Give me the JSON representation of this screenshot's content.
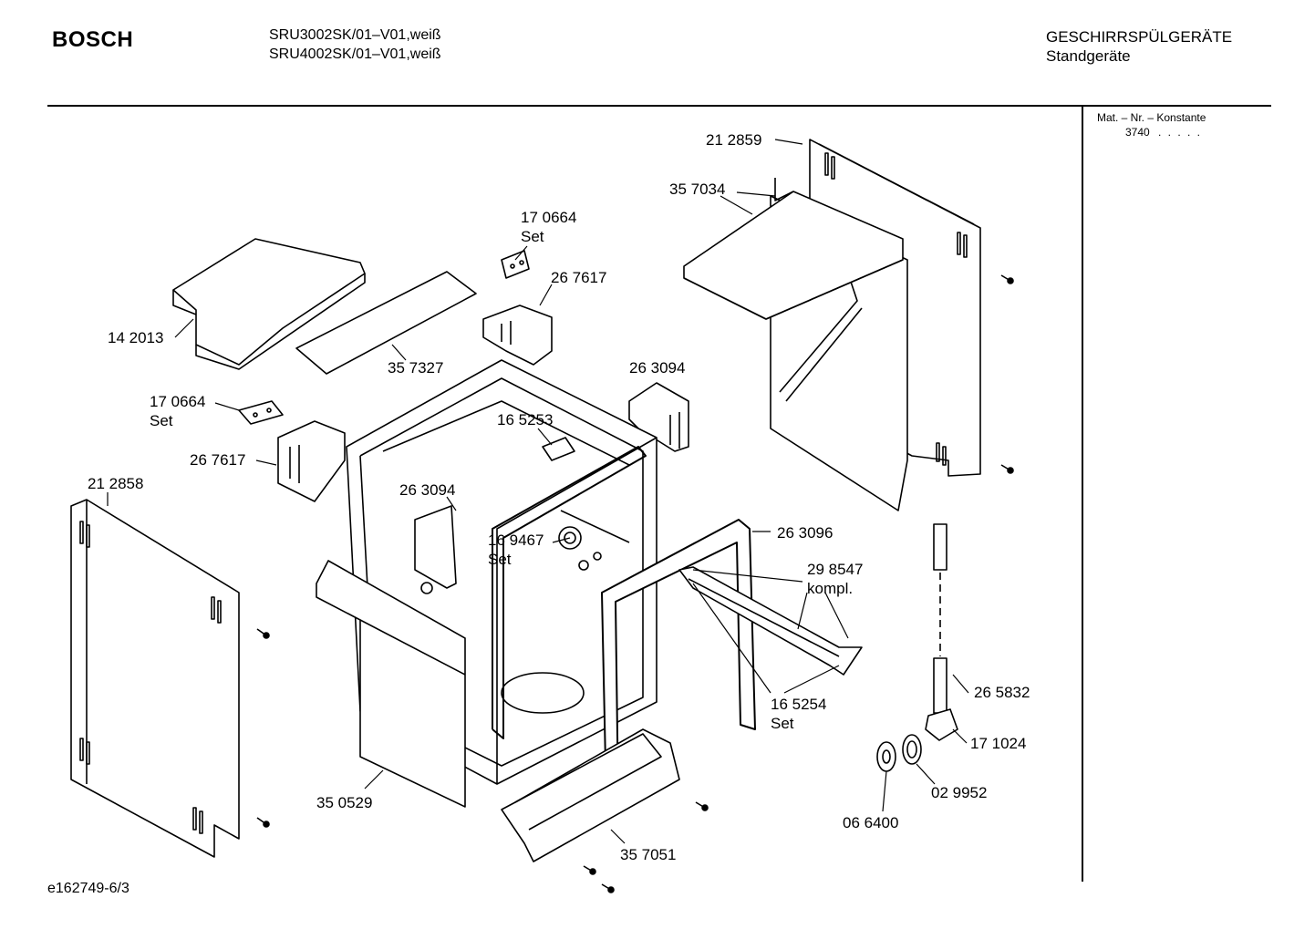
{
  "header": {
    "brand": "BOSCH",
    "models": [
      "SRU3002SK/01–V01,weiß",
      "SRU4002SK/01–V01,weiß"
    ],
    "category": "GESCHIRRSPÜLGERÄTE",
    "subcategory": "Standgeräte"
  },
  "sidebar": {
    "title": "Mat. – Nr. – Konstante",
    "value": "3740",
    "dots": ". . . . ."
  },
  "parts": [
    "21 2859",
    "35 7034",
    "17 0664",
    "Set",
    "26 7617",
    "14 2013",
    "35 7327",
    "26 3094",
    "16 5253",
    "17 0664",
    "Set",
    "26 7617",
    "21 2858",
    "26 3094",
    "16 9467",
    "Set",
    "26 3096",
    "29 8547",
    "kompl.",
    "26 5832",
    "16 5254",
    "Set",
    "17 1024",
    "35 0529",
    "02 9952",
    "06 6400",
    "35 7051"
  ],
  "footer": "e162749-6/3"
}
